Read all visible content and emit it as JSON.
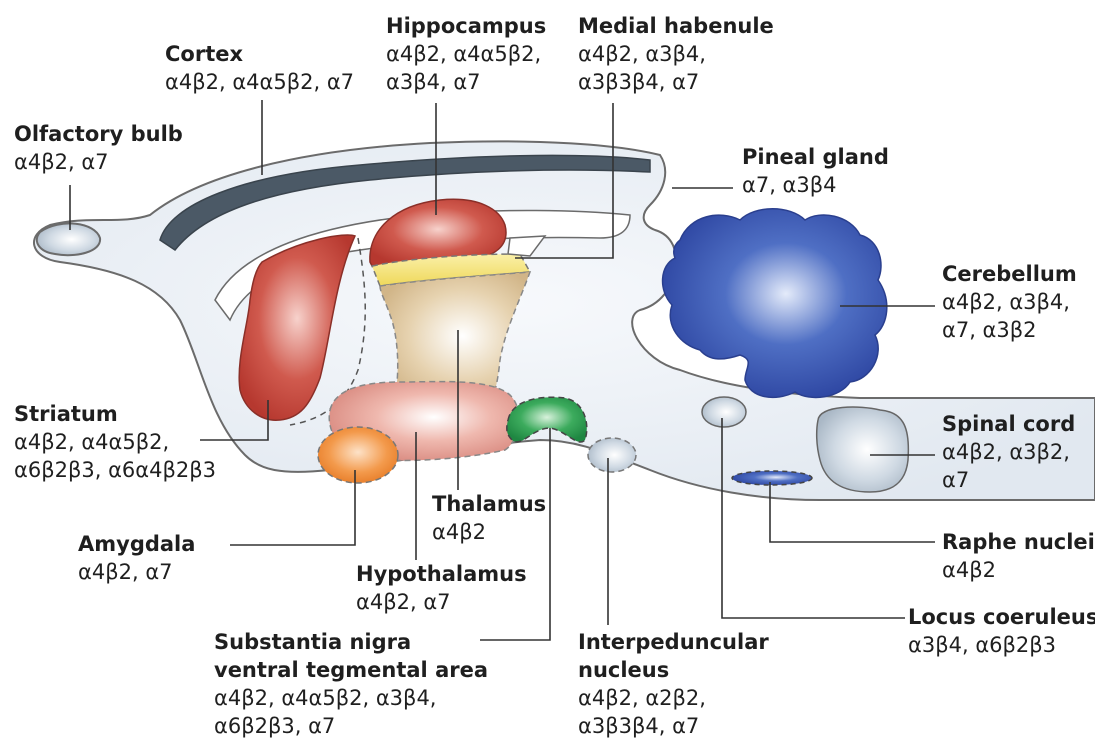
{
  "regions": [
    {
      "id": "cortex",
      "name": "Cortex",
      "receptors": [
        "α4β2, α4α5β2, α7"
      ]
    },
    {
      "id": "hippocampus",
      "name": "Hippocampus",
      "receptors": [
        "α4β2, α4α5β2,",
        "α3β4, α7"
      ]
    },
    {
      "id": "medial-habenule",
      "name": "Medial habenule",
      "receptors": [
        "α4β2, α3β4,",
        "α3β3β4, α7"
      ]
    },
    {
      "id": "olfactory-bulb",
      "name": "Olfactory bulb",
      "receptors": [
        "α4β2, α7"
      ]
    },
    {
      "id": "pineal-gland",
      "name": "Pineal gland",
      "receptors": [
        "α7, α3β4"
      ]
    },
    {
      "id": "cerebellum",
      "name": "Cerebellum",
      "receptors": [
        "α4β2, α3β4,",
        "α7, α3β2"
      ]
    },
    {
      "id": "striatum",
      "name": "Striatum",
      "receptors": [
        "α4β2, α4α5β2,",
        "α6β2β3, α6α4β2β3"
      ]
    },
    {
      "id": "spinal-cord",
      "name": "Spinal cord",
      "receptors": [
        "α4β2, α3β2,",
        "α7"
      ]
    },
    {
      "id": "thalamus",
      "name": "Thalamus",
      "receptors": [
        "α4β2"
      ]
    },
    {
      "id": "amygdala",
      "name": "Amygdala",
      "receptors": [
        "α4β2, α7"
      ]
    },
    {
      "id": "raphe-nuclei",
      "name": "Raphe nuclei",
      "receptors": [
        "α4β2"
      ]
    },
    {
      "id": "hypothalamus",
      "name": "Hypothalamus",
      "receptors": [
        "α4β2, α7"
      ]
    },
    {
      "id": "locus-coeruleus",
      "name": "Locus coeruleus",
      "receptors": [
        "α3β4, α6β2β3"
      ]
    },
    {
      "id": "substantia-nigra-vta",
      "name": "Substantia nigra\nventral tegmental area",
      "receptors": [
        "α4β2, α4α5β2, α3β4,",
        "α6β2β3, α7"
      ]
    },
    {
      "id": "interpeduncular-nucleus",
      "name": "Interpeduncular\nnucleus",
      "receptors": [
        "α4β2, α2β2,",
        "α3β3β4, α7"
      ]
    }
  ],
  "colors": {
    "brain_fill": "#e9eef4",
    "outline": "#5a5a5a",
    "cortex": "#4c5a66",
    "striatum": "#c0473d",
    "hippocampus": "#c24a40",
    "habenula": "#f3e27a",
    "thalamus": "#d9c19a",
    "hypothalamus": "#e3a39a",
    "amygdala": "#f08c3a",
    "snvta": "#2f9a52",
    "ipn": "#c9d3dd",
    "cerebellum": "#3552a8",
    "locus": "#c8d4ec",
    "raphe": "#3a5bb0",
    "spinal": "#c5d0da"
  }
}
